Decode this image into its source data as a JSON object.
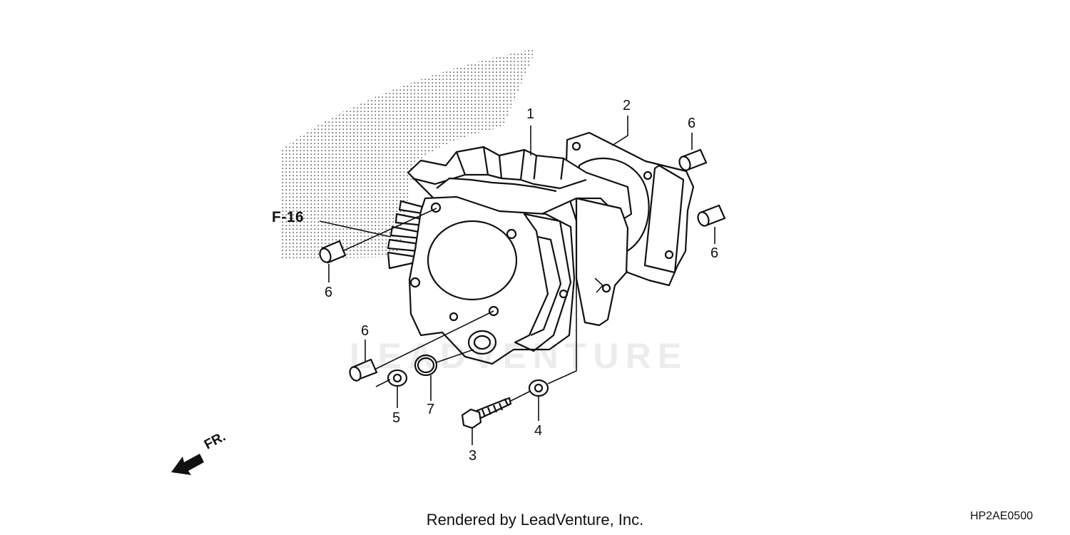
{
  "diagram": {
    "callouts": [
      {
        "id": "c1",
        "label": "1"
      },
      {
        "id": "c2",
        "label": "2"
      },
      {
        "id": "c3",
        "label": "3"
      },
      {
        "id": "c4",
        "label": "4"
      },
      {
        "id": "c5",
        "label": "5"
      },
      {
        "id": "c6a",
        "label": "6"
      },
      {
        "id": "c6b",
        "label": "6"
      },
      {
        "id": "c6c",
        "label": "6"
      },
      {
        "id": "c6d",
        "label": "6"
      },
      {
        "id": "c7",
        "label": "7"
      }
    ],
    "reference": "F-16",
    "direction": "FR.",
    "watermark": "LEADVENTURE",
    "footer": "Rendered by LeadVenture, Inc.",
    "diagram_id": "HP2AE0500"
  }
}
